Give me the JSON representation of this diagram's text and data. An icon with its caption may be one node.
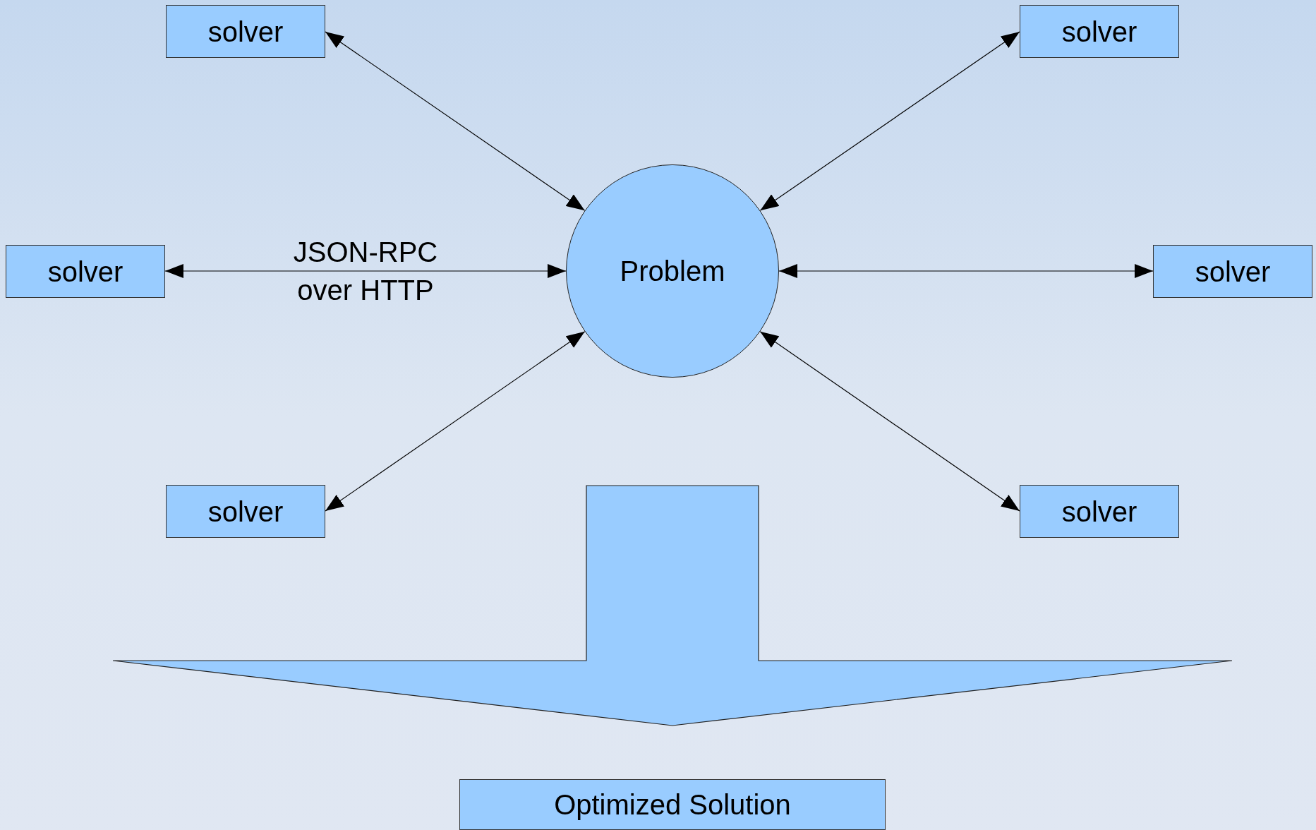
{
  "diagram": {
    "nodes": [
      {
        "text": [
          "solver"
        ]
      },
      {
        "text": [
          "solver"
        ]
      },
      {
        "text": [
          "solver"
        ]
      },
      {
        "text": [
          "Problem"
        ]
      },
      {
        "text": [
          "solver"
        ]
      },
      {
        "text": [
          "solver"
        ]
      },
      {
        "text": [
          "solver"
        ]
      },
      {
        "text": [],
        "shape": "arrow"
      },
      {
        "text": [
          "Optimized Solution"
        ]
      }
    ],
    "edges": [
      {
        "from": 3,
        "to": 0,
        "arrow": "both"
      },
      {
        "from": 3,
        "to": 1,
        "arrow": "both"
      },
      {
        "from": 3,
        "to": 2,
        "arrow": "both",
        "label": "JSON-RPC over HTTP"
      },
      {
        "from": 3,
        "to": 4,
        "arrow": "both"
      },
      {
        "from": 3,
        "to": 5,
        "arrow": "both"
      },
      {
        "from": 3,
        "to": 6,
        "arrow": "both"
      }
    ]
  }
}
